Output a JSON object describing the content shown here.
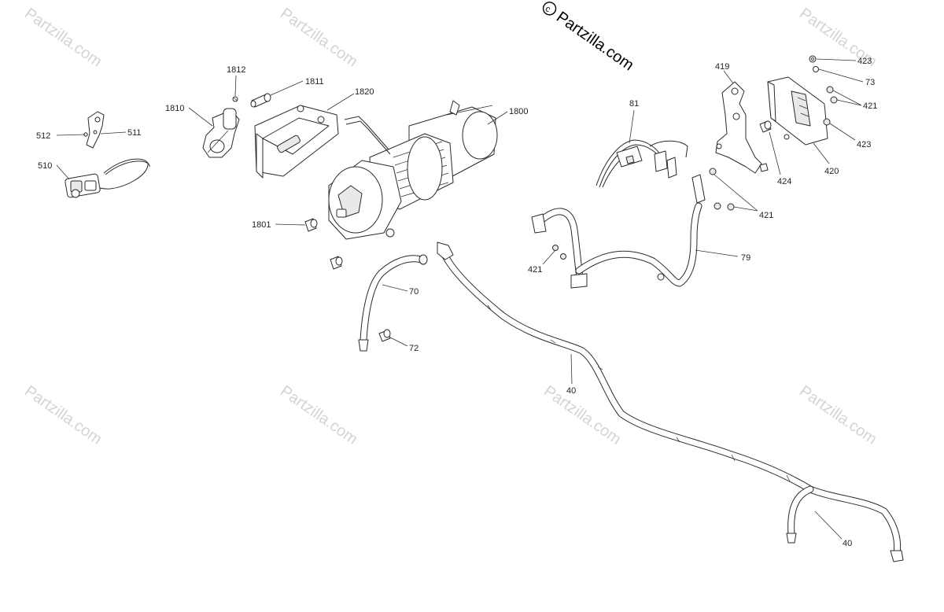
{
  "watermark": {
    "brand_text": "Partzilla.com",
    "tile_text": "Partzilla.com"
  },
  "callouts": [
    {
      "id": "c512",
      "text": "512"
    },
    {
      "id": "c511",
      "text": "511"
    },
    {
      "id": "c510",
      "text": "510"
    },
    {
      "id": "c1810",
      "text": "1810"
    },
    {
      "id": "c1812",
      "text": "1812"
    },
    {
      "id": "c1811",
      "text": "1811"
    },
    {
      "id": "c1820",
      "text": "1820"
    },
    {
      "id": "c1800",
      "text": "1800"
    },
    {
      "id": "c1801",
      "text": "1801"
    },
    {
      "id": "c70",
      "text": "70"
    },
    {
      "id": "c72",
      "text": "72"
    },
    {
      "id": "c81",
      "text": "81"
    },
    {
      "id": "c419",
      "text": "419"
    },
    {
      "id": "c423a",
      "text": "423"
    },
    {
      "id": "c73",
      "text": "73"
    },
    {
      "id": "c421a",
      "text": "421"
    },
    {
      "id": "c423b",
      "text": "423"
    },
    {
      "id": "c424",
      "text": "424"
    },
    {
      "id": "c420",
      "text": "420"
    },
    {
      "id": "c421b",
      "text": "421"
    },
    {
      "id": "c79",
      "text": "79"
    },
    {
      "id": "c421c",
      "text": "421"
    },
    {
      "id": "c40a",
      "text": "40"
    },
    {
      "id": "c40b",
      "text": "40"
    }
  ]
}
